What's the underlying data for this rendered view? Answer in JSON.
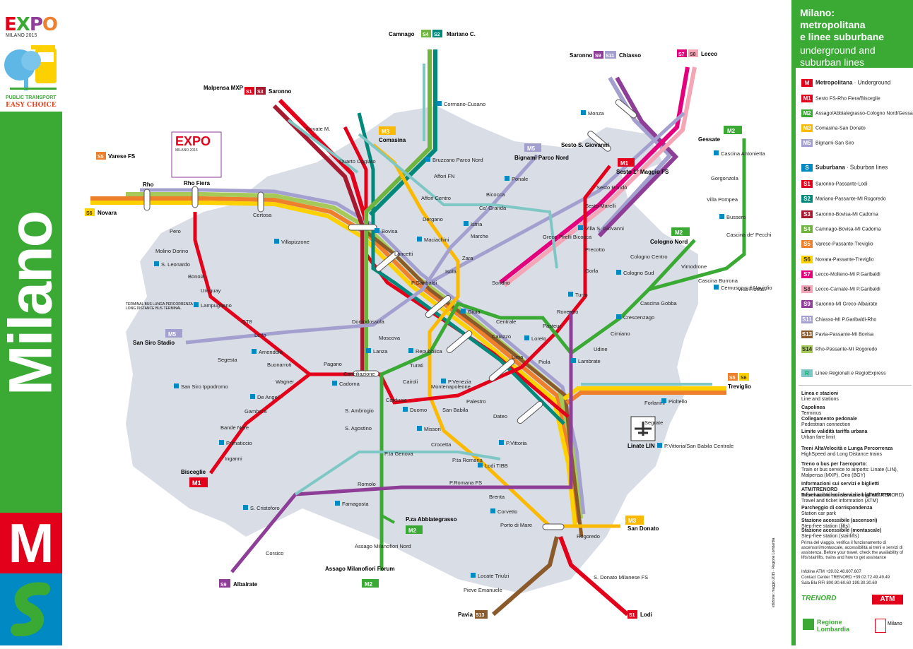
{
  "left": {
    "expo_logo": "EXPO",
    "expo_sub": "MILANO 2015",
    "pt_line1": "PUBLIC TRANSPORT",
    "pt_line2": "EASY CHOICE",
    "milano": "Milano",
    "m_logo": "M",
    "s_logo": "S"
  },
  "colors": {
    "M1": "#e3001b",
    "M2": "#3aaa35",
    "M3": "#fbb900",
    "M5": "#a39fcf",
    "S1": "#e3001b",
    "S2": "#00897b",
    "S3": "#a6192e",
    "S4": "#6fb43f",
    "S5": "#ee7f2d",
    "S6": "#fdd100",
    "S7": "#e4007c",
    "S8": "#f4a6b7",
    "S9": "#8f3e97",
    "S11": "#a39fcf",
    "S13": "#8b5a2b",
    "S14": "#a7c957",
    "R": "#7fc7c5",
    "green": "#3aaa35",
    "urban": "#d9dde6"
  },
  "legend": {
    "title": "Milano:\nmetropolitana\ne linee suburbane",
    "subtitle": "underground and\nsuburban lines",
    "metro_head": "Metropolitana",
    "metro_head_en": "Underground",
    "metro": [
      {
        "code": "M1",
        "text": "Sesto FS-Rho Fiera/Bisceglie"
      },
      {
        "code": "M2",
        "text": "Assago/Abbiategrasso-Cologno Nord/Gessate"
      },
      {
        "code": "M3",
        "text": "Comasina-San Donato"
      },
      {
        "code": "M5",
        "text": "Bignami-San Siro"
      }
    ],
    "sub_head": "Suburbana",
    "sub_head_en": "Suburban lines",
    "suburban": [
      {
        "code": "S1",
        "text": "Saronno-Passante-Lodi"
      },
      {
        "code": "S2",
        "text": "Mariano-Passante-MI Rogoredo"
      },
      {
        "code": "S3",
        "text": "Saronno-Bovisa-MI Cadorna"
      },
      {
        "code": "S4",
        "text": "Camnago-Bovisa-MI Cadorna"
      },
      {
        "code": "S5",
        "text": "Varese-Passante-Treviglio"
      },
      {
        "code": "S6",
        "text": "Novara-Passante-Treviglio"
      },
      {
        "code": "S7",
        "text": "Lecco-Molteno-MI P.Garibaldi"
      },
      {
        "code": "S8",
        "text": "Lecco-Carnate-MI P.Garibaldi"
      },
      {
        "code": "S9",
        "text": "Saronno-MI Greco-Albairate"
      },
      {
        "code": "S11",
        "text": "Chiasso-MI P.Garibaldi-Rho"
      },
      {
        "code": "S13",
        "text": "Pavia-Passante-MI Bovisa"
      },
      {
        "code": "S14",
        "text": "Rho-Passante-MI Rogoredo"
      }
    ],
    "regional": "Linee Regionali e RegioExpress",
    "symbols": [
      {
        "it": "Linea e stazioni",
        "en": "Line and stations"
      },
      {
        "it": "Capolinea",
        "en": "Terminus"
      },
      {
        "it": "Collegamento pedonale",
        "en": "Pedestrian connection"
      },
      {
        "it": "Limite validità tariffa urbana",
        "en": "Urban fare limit"
      },
      {
        "it": "Treni AltaVelocità e Lunga Percorrenza",
        "en": "HighSpeed and Long Distance trains"
      },
      {
        "it": "Treno o bus per l'aeroporto:",
        "en": "Train or bus service to airports: Linate (LIN), Malpensa (MXP), Orio (BGY)"
      },
      {
        "it": "Informazioni sui servizi e biglietti ATM/TRENORD",
        "en": "Travel and ticket information (ATM/TRENORD)"
      },
      {
        "it": "Informazioni sui servizi e biglietti ATM",
        "en": "Travel and ticket information (ATM)"
      },
      {
        "it": "Parcheggio di corrispondenza",
        "en": "Station car park"
      },
      {
        "it": "Stazione accessibile (ascensori)",
        "en": "Step-free station (lifts)"
      },
      {
        "it": "Stazione accessibile (montascale)",
        "en": "Step-free station (stairlifts)"
      }
    ],
    "verify_text": "Prima del viaggio, verifica il funzionamento di ascensori/montascale, accessibilità ai treni e servizi di assistenza. Before your travel, check the availability of lifts/stairlifts, trains and how to get assistance",
    "contacts": [
      {
        "k": "Infoline ATM",
        "v": "+39.02.48.607.607"
      },
      {
        "k": "Contact Center TRENORD",
        "v": "+39.02.72.49.49.49"
      },
      {
        "k": "Sala Blu RFI",
        "v": "800.90.60.60 199.30.30.60"
      }
    ],
    "trenord": "TRENORD",
    "atm": "ATM",
    "regione": "Regione Lombardia",
    "comune": "Milano",
    "edition": "edizione: maggio 2015",
    "edition2": "Regione Lombardia"
  },
  "terminals": {
    "camnago": "Camnago",
    "mariano": "Mariano C.",
    "saronno_top": "Saronno",
    "chiasso": "Chiasso",
    "lecco": "Lecco",
    "malpensa": "Malpensa MXP",
    "saronno_left": "Saronno",
    "varese": "Varese FS",
    "novara": "Novara",
    "rho": "Rho",
    "rho_fiera": "Rho Fiera",
    "treviglio": "Treviglio",
    "gessate": "Gessate",
    "cologno_nord": "Cologno Nord",
    "bisceglie": "Bisceglie",
    "albairate": "Albairate",
    "pavia": "Pavia",
    "lodi": "Lodi",
    "san_donato": "San Donato",
    "abbiategrasso": "P.za Abbiategrasso",
    "assago_forum": "Assago Milanofiori Forum",
    "sesto1": "Sesto 1° Maggio FS",
    "sesto": "Sesto S. Giovanni",
    "comasina": "Comasina",
    "bignami": "Bignami Parco Nord",
    "san_siro": "San Siro Stadio",
    "linate": "Linate LIN"
  },
  "badges": {
    "S1": "S1",
    "S2": "S2",
    "S3": "S3",
    "S4": "S4",
    "S5": "S5",
    "S6": "S6",
    "S7": "S7",
    "S8": "S8",
    "S9": "S9",
    "S11": "S11",
    "S13": "S13",
    "S14": "S14",
    "M1": "M1",
    "M2": "M2",
    "M3": "M3",
    "M5": "M5",
    "R": "R"
  },
  "stations": [
    {
      "n": "Cormano-Cusano"
    },
    {
      "n": "Novate M."
    },
    {
      "n": "Quarto Oggiaro"
    },
    {
      "n": "Bruzzano Parco Nord"
    },
    {
      "n": "Affori FN"
    },
    {
      "n": "Affori Centro"
    },
    {
      "n": "Ponale"
    },
    {
      "n": "Bicocca"
    },
    {
      "n": "Ca' Granda"
    },
    {
      "n": "Istria"
    },
    {
      "n": "Marche"
    },
    {
      "n": "Dergano"
    },
    {
      "n": "Maciachini"
    },
    {
      "n": "Zara"
    },
    {
      "n": "Lancetti"
    },
    {
      "n": "Bovisa"
    },
    {
      "n": "Isola"
    },
    {
      "n": "P.Garibaldi"
    },
    {
      "n": "Monza"
    },
    {
      "n": "Sesto Rondò"
    },
    {
      "n": "Sesto Marelli"
    },
    {
      "n": "Villa S. Giovanni"
    },
    {
      "n": "Precotto"
    },
    {
      "n": "Gorla"
    },
    {
      "n": "Turro"
    },
    {
      "n": "Rovereto"
    },
    {
      "n": "Pasteur"
    },
    {
      "n": "Loreto"
    },
    {
      "n": "Lima"
    },
    {
      "n": "Piola"
    },
    {
      "n": "Lambrate"
    },
    {
      "n": "Udine"
    },
    {
      "n": "Cimiano"
    },
    {
      "n": "Crescenzago"
    },
    {
      "n": "Cascina Gobba"
    },
    {
      "n": "Cologno Centro"
    },
    {
      "n": "Cologno Sud"
    },
    {
      "n": "Vimodrone"
    },
    {
      "n": "Cascina Burrona"
    },
    {
      "n": "Cernusco sul Naviglio"
    },
    {
      "n": "Villa Fiorita"
    },
    {
      "n": "Cascina de' Pecchi"
    },
    {
      "n": "Bussero"
    },
    {
      "n": "Villa Pompea"
    },
    {
      "n": "Gorgonzola"
    },
    {
      "n": "Cascina Antonietta"
    },
    {
      "n": "Greco Pirelli Bicocca"
    },
    {
      "n": "Sondrio"
    },
    {
      "n": "Gioia"
    },
    {
      "n": "Centrale"
    },
    {
      "n": "Caiazzo"
    },
    {
      "n": "Repubblica"
    },
    {
      "n": "Turati"
    },
    {
      "n": "Moscova"
    },
    {
      "n": "Lanza"
    },
    {
      "n": "Domodossola"
    },
    {
      "n": "Certosa"
    },
    {
      "n": "Villapizzone"
    },
    {
      "n": "Pero"
    },
    {
      "n": "Molino Dorino"
    },
    {
      "n": "S. Leonardo"
    },
    {
      "n": "Bonola"
    },
    {
      "n": "Uruguay"
    },
    {
      "n": "Lampugnano"
    },
    {
      "n": "QT8"
    },
    {
      "n": "Lotto"
    },
    {
      "n": "Amendola"
    },
    {
      "n": "Buonarroti"
    },
    {
      "n": "Wagner"
    },
    {
      "n": "De Angeli"
    },
    {
      "n": "Gambara"
    },
    {
      "n": "Bande Nere"
    },
    {
      "n": "Primaticcio"
    },
    {
      "n": "Inganni"
    },
    {
      "n": "Segesta"
    },
    {
      "n": "San Siro Ippodromo"
    },
    {
      "n": "Pagano"
    },
    {
      "n": "Conciliazione"
    },
    {
      "n": "Cadorna"
    },
    {
      "n": "Cairoli"
    },
    {
      "n": "Cordusio"
    },
    {
      "n": "Duomo"
    },
    {
      "n": "San Babila"
    },
    {
      "n": "Montenapoleone"
    },
    {
      "n": "P.Venezia"
    },
    {
      "n": "Palestro"
    },
    {
      "n": "Dateo"
    },
    {
      "n": "P.Vittoria"
    },
    {
      "n": "Forlanini"
    },
    {
      "n": "Segrate"
    },
    {
      "n": "Pioltello"
    },
    {
      "n": "S. Ambrogio"
    },
    {
      "n": "S. Agostino"
    },
    {
      "n": "Missori"
    },
    {
      "n": "Crocetta"
    },
    {
      "n": "P.ta Romana"
    },
    {
      "n": "Lodi TIBB"
    },
    {
      "n": "P.ta Genova"
    },
    {
      "n": "Romolo"
    },
    {
      "n": "Famagosta"
    },
    {
      "n": "P.Romana FS"
    },
    {
      "n": "Brenta"
    },
    {
      "n": "Corvetto"
    },
    {
      "n": "Porto di Mare"
    },
    {
      "n": "Rogoredo"
    },
    {
      "n": "S. Cristoforo"
    },
    {
      "n": "Corsico"
    },
    {
      "n": "Assago Milanofiori Nord"
    },
    {
      "n": "Locate Triulzi"
    },
    {
      "n": "Pieve Emanuele"
    },
    {
      "n": "S. Donato Milanese FS"
    },
    {
      "n": "P.Vittoria/San Babila Centrale"
    }
  ],
  "map_labels": {
    "terminal_bus": "TERMINAL BUS LUNGA PERCORRENZA",
    "terminal_bus_en": "LONG DISTANCE BUS TERMINAL",
    "expo_inset": "EXPO",
    "expo_inset_sub": "MILANO 2015"
  }
}
